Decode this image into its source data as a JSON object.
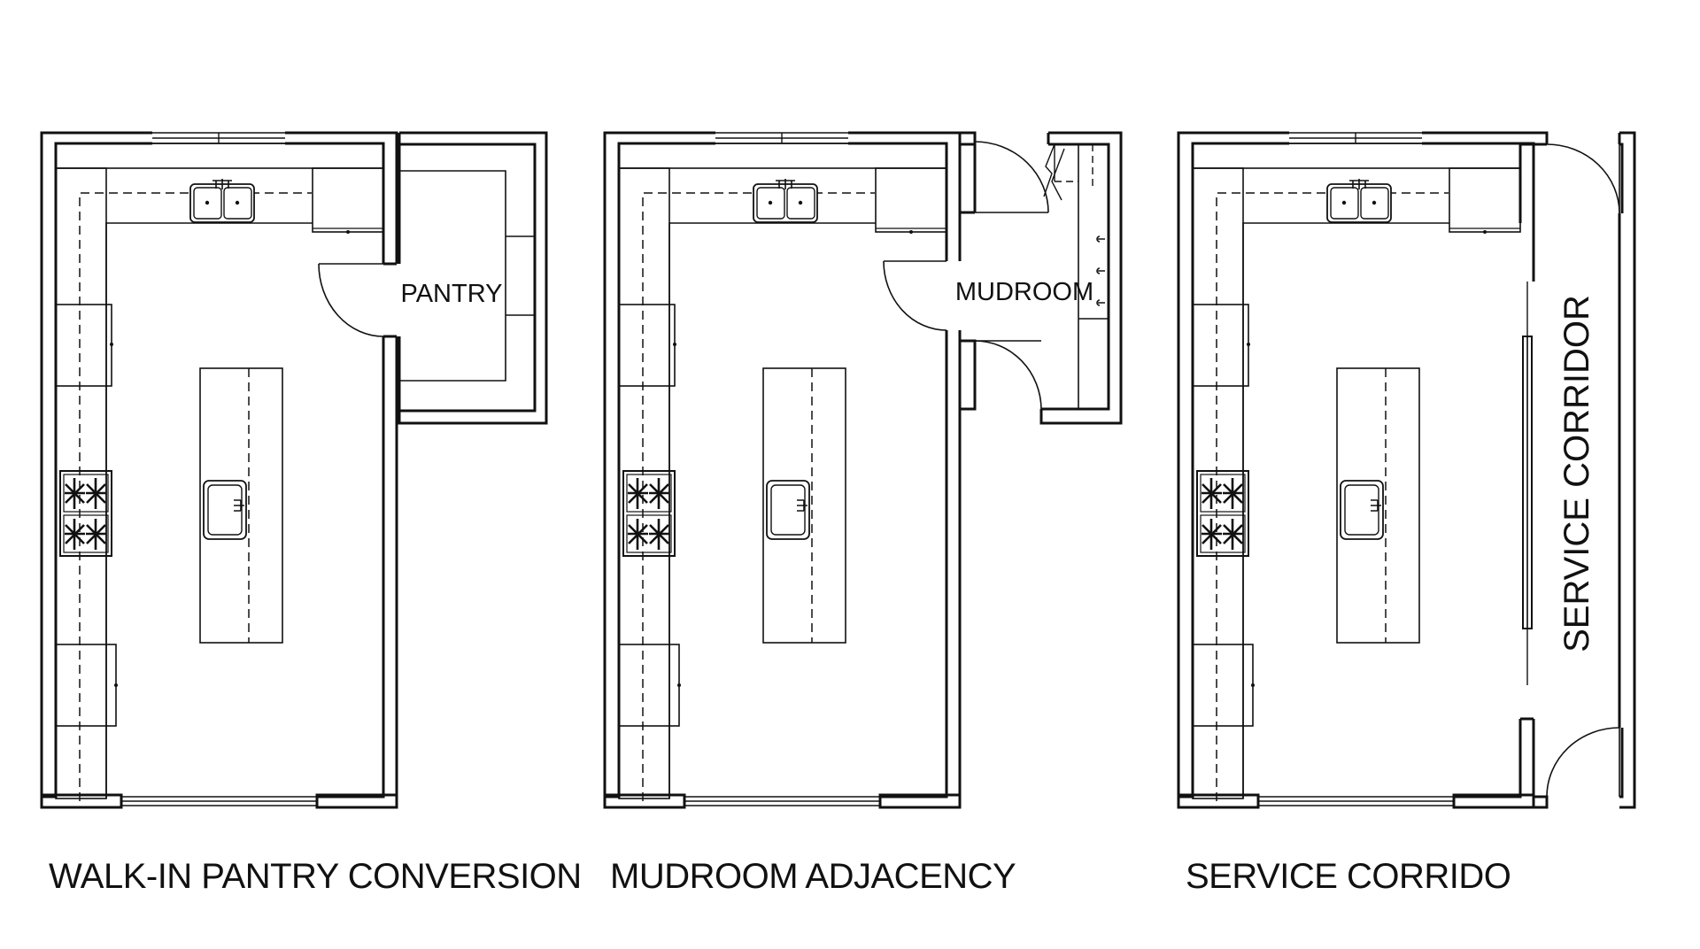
{
  "captions": {
    "plan1": "WALK-IN PANTRY CONVERSION",
    "plan2": "MUDROOM ADJACENCY",
    "plan3": "SERVICE CORRIDO"
  },
  "rooms": {
    "pantry": "PANTRY",
    "mudroom": "MUDROOM",
    "service_corridor": "SERVICE CORRIDOR"
  },
  "colors": {
    "line": "#111111",
    "background": "#ffffff"
  }
}
